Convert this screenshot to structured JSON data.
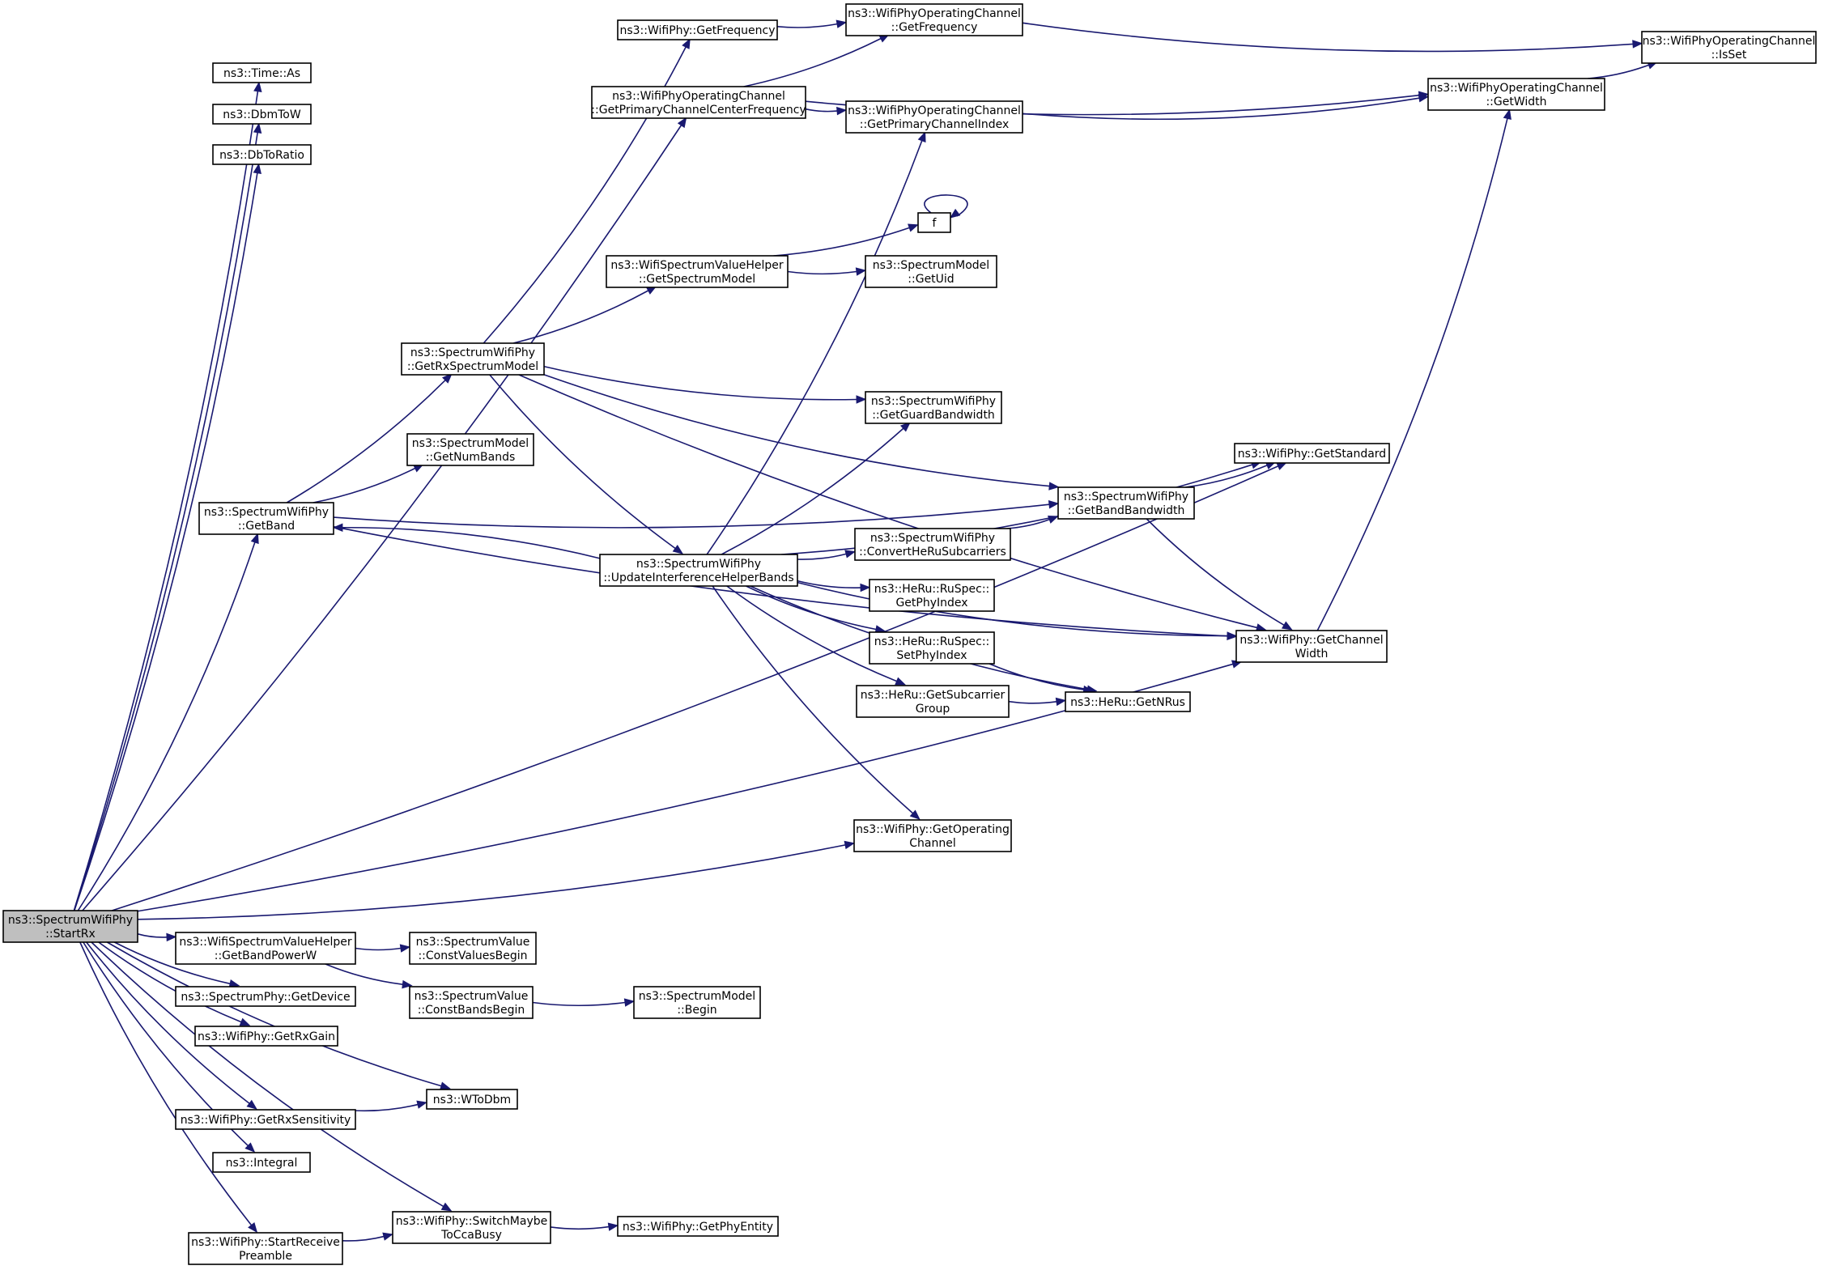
{
  "colors": {
    "edge": "#191970",
    "root_fill": "#bfbfbf",
    "node_fill": "#ffffff"
  },
  "nodes": [
    {
      "id": "startrx",
      "lines": [
        "ns3::SpectrumWifiPhy",
        "::StartRx"
      ],
      "root": true
    },
    {
      "id": "time_as",
      "lines": [
        "ns3::Time::As"
      ]
    },
    {
      "id": "dbmtow",
      "lines": [
        "ns3::DbmToW"
      ]
    },
    {
      "id": "dbtoratio",
      "lines": [
        "ns3::DbToRatio"
      ]
    },
    {
      "id": "phy_getfrequency",
      "lines": [
        "ns3::WifiPhy::GetFrequency"
      ]
    },
    {
      "id": "oc_getfrequency",
      "lines": [
        "ns3::WifiPhyOperatingChannel",
        "::GetFrequency"
      ]
    },
    {
      "id": "oc_isset",
      "lines": [
        "ns3::WifiPhyOperatingChannel",
        "::IsSet"
      ]
    },
    {
      "id": "oc_getprimarycenter",
      "lines": [
        "ns3::WifiPhyOperatingChannel",
        "::GetPrimaryChannelCenterFrequency"
      ]
    },
    {
      "id": "oc_getprimaryindex",
      "lines": [
        "ns3::WifiPhyOperatingChannel",
        "::GetPrimaryChannelIndex"
      ]
    },
    {
      "id": "oc_getwidth",
      "lines": [
        "ns3::WifiPhyOperatingChannel",
        "::GetWidth"
      ]
    },
    {
      "id": "f",
      "lines": [
        "f"
      ]
    },
    {
      "id": "wsvh_getspectrummodel",
      "lines": [
        "ns3::WifiSpectrumValueHelper",
        "::GetSpectrumModel"
      ]
    },
    {
      "id": "sm_getuid",
      "lines": [
        "ns3::SpectrumModel",
        "::GetUid"
      ]
    },
    {
      "id": "swp_getrxspectrummodel",
      "lines": [
        "ns3::SpectrumWifiPhy",
        "::GetRxSpectrumModel"
      ]
    },
    {
      "id": "swp_getguardbandwidth",
      "lines": [
        "ns3::SpectrumWifiPhy",
        "::GetGuardBandwidth"
      ]
    },
    {
      "id": "sm_getnumbands",
      "lines": [
        "ns3::SpectrumModel",
        "::GetNumBands"
      ]
    },
    {
      "id": "phy_getstandard",
      "lines": [
        "ns3::WifiPhy::GetStandard"
      ]
    },
    {
      "id": "swp_getband",
      "lines": [
        "ns3::SpectrumWifiPhy",
        "::GetBand"
      ]
    },
    {
      "id": "swp_getbandbandwidth",
      "lines": [
        "ns3::SpectrumWifiPhy",
        "::GetBandBandwidth"
      ]
    },
    {
      "id": "swp_convertheru",
      "lines": [
        "ns3::SpectrumWifiPhy",
        "::ConvertHeRuSubcarriers"
      ]
    },
    {
      "id": "swp_updateinterference",
      "lines": [
        "ns3::SpectrumWifiPhy",
        "::UpdateInterferenceHelperBands"
      ]
    },
    {
      "id": "heru_getphyindex",
      "lines": [
        "ns3::HeRu::RuSpec::",
        "GetPhyIndex"
      ]
    },
    {
      "id": "heru_setphyindex",
      "lines": [
        "ns3::HeRu::RuSpec::",
        "SetPhyIndex"
      ]
    },
    {
      "id": "phy_getchannelwidth",
      "lines": [
        "ns3::WifiPhy::GetChannel",
        "Width"
      ]
    },
    {
      "id": "heru_getsubcarriergroup",
      "lines": [
        "ns3::HeRu::GetSubcarrier",
        "Group"
      ]
    },
    {
      "id": "heru_getnrus",
      "lines": [
        "ns3::HeRu::GetNRus"
      ]
    },
    {
      "id": "phy_getoperatingchannel",
      "lines": [
        "ns3::WifiPhy::GetOperating",
        "Channel"
      ]
    },
    {
      "id": "wsvh_getbandpowerw",
      "lines": [
        "ns3::WifiSpectrumValueHelper",
        "::GetBandPowerW"
      ]
    },
    {
      "id": "sv_constvaluesbegin",
      "lines": [
        "ns3::SpectrumValue",
        "::ConstValuesBegin"
      ]
    },
    {
      "id": "sphy_getdevice",
      "lines": [
        "ns3::SpectrumPhy::GetDevice"
      ]
    },
    {
      "id": "sv_constbandsbegin",
      "lines": [
        "ns3::SpectrumValue",
        "::ConstBandsBegin"
      ]
    },
    {
      "id": "sm_begin",
      "lines": [
        "ns3::SpectrumModel",
        "::Begin"
      ]
    },
    {
      "id": "phy_getrxgain",
      "lines": [
        "ns3::WifiPhy::GetRxGain"
      ]
    },
    {
      "id": "wtodbm",
      "lines": [
        "ns3::WToDbm"
      ]
    },
    {
      "id": "phy_getrxsensitivity",
      "lines": [
        "ns3::WifiPhy::GetRxSensitivity"
      ]
    },
    {
      "id": "integral",
      "lines": [
        "ns3::Integral"
      ]
    },
    {
      "id": "phy_switchmaybe",
      "lines": [
        "ns3::WifiPhy::SwitchMaybe",
        "ToCcaBusy"
      ]
    },
    {
      "id": "phy_getphyentity",
      "lines": [
        "ns3::WifiPhy::GetPhyEntity"
      ]
    },
    {
      "id": "phy_startreceivepreamble",
      "lines": [
        "ns3::WifiPhy::StartReceive",
        "Preamble"
      ]
    }
  ],
  "edges": [
    [
      "startrx",
      "time_as"
    ],
    [
      "startrx",
      "dbmtow"
    ],
    [
      "startrx",
      "dbtoratio"
    ],
    [
      "startrx",
      "oc_getprimarycenter"
    ],
    [
      "startrx",
      "phy_getstandard"
    ],
    [
      "startrx",
      "swp_getband"
    ],
    [
      "startrx",
      "phy_getoperatingchannel"
    ],
    [
      "startrx",
      "phy_getchannelwidth"
    ],
    [
      "startrx",
      "wsvh_getbandpowerw"
    ],
    [
      "startrx",
      "sphy_getdevice"
    ],
    [
      "startrx",
      "phy_getrxgain"
    ],
    [
      "startrx",
      "wtodbm"
    ],
    [
      "startrx",
      "phy_getrxsensitivity"
    ],
    [
      "startrx",
      "integral"
    ],
    [
      "startrx",
      "phy_switchmaybe"
    ],
    [
      "startrx",
      "phy_startreceivepreamble"
    ],
    [
      "phy_getfrequency",
      "oc_getfrequency"
    ],
    [
      "oc_getfrequency",
      "oc_isset"
    ],
    [
      "oc_getprimarycenter",
      "oc_getfrequency"
    ],
    [
      "oc_getprimarycenter",
      "oc_getprimaryindex"
    ],
    [
      "oc_getprimarycenter",
      "oc_getwidth"
    ],
    [
      "oc_getprimaryindex",
      "oc_getwidth"
    ],
    [
      "oc_getwidth",
      "oc_isset"
    ],
    [
      "f",
      "f"
    ],
    [
      "wsvh_getspectrummodel",
      "f"
    ],
    [
      "wsvh_getspectrummodel",
      "sm_getuid"
    ],
    [
      "swp_getrxspectrummodel",
      "phy_getfrequency"
    ],
    [
      "swp_getrxspectrummodel",
      "wsvh_getspectrummodel"
    ],
    [
      "swp_getrxspectrummodel",
      "phy_getchannelwidth"
    ],
    [
      "swp_getrxspectrummodel",
      "swp_getbandbandwidth"
    ],
    [
      "swp_getrxspectrummodel",
      "swp_getguardbandwidth"
    ],
    [
      "swp_getrxspectrummodel",
      "swp_updateinterference"
    ],
    [
      "swp_getband",
      "swp_getrxspectrummodel"
    ],
    [
      "swp_getband",
      "sm_getnumbands"
    ],
    [
      "swp_getband",
      "swp_getbandbandwidth"
    ],
    [
      "swp_getband",
      "phy_getchannelwidth"
    ],
    [
      "swp_getbandbandwidth",
      "phy_getstandard"
    ],
    [
      "swp_getbandbandwidth",
      "phy_getchannelwidth"
    ],
    [
      "swp_convertheru",
      "swp_getbandbandwidth"
    ],
    [
      "swp_updateinterference",
      "swp_getband"
    ],
    [
      "swp_updateinterference",
      "oc_getprimaryindex"
    ],
    [
      "swp_updateinterference",
      "swp_getguardbandwidth"
    ],
    [
      "swp_updateinterference",
      "phy_getstandard"
    ],
    [
      "swp_updateinterference",
      "swp_convertheru"
    ],
    [
      "swp_updateinterference",
      "heru_getphyindex"
    ],
    [
      "swp_updateinterference",
      "heru_setphyindex"
    ],
    [
      "swp_updateinterference",
      "heru_getsubcarriergroup"
    ],
    [
      "swp_updateinterference",
      "heru_getnrus"
    ],
    [
      "swp_updateinterference",
      "phy_getchannelwidth"
    ],
    [
      "swp_updateinterference",
      "phy_getoperatingchannel"
    ],
    [
      "heru_setphyindex",
      "heru_getnrus"
    ],
    [
      "heru_getsubcarriergroup",
      "heru_getnrus"
    ],
    [
      "phy_getchannelwidth",
      "oc_getwidth"
    ],
    [
      "wsvh_getbandpowerw",
      "sv_constvaluesbegin"
    ],
    [
      "wsvh_getbandpowerw",
      "sv_constbandsbegin"
    ],
    [
      "sv_constbandsbegin",
      "sm_begin"
    ],
    [
      "phy_getrxsensitivity",
      "wtodbm"
    ],
    [
      "phy_switchmaybe",
      "phy_getphyentity"
    ],
    [
      "phy_startreceivepreamble",
      "phy_switchmaybe"
    ]
  ]
}
